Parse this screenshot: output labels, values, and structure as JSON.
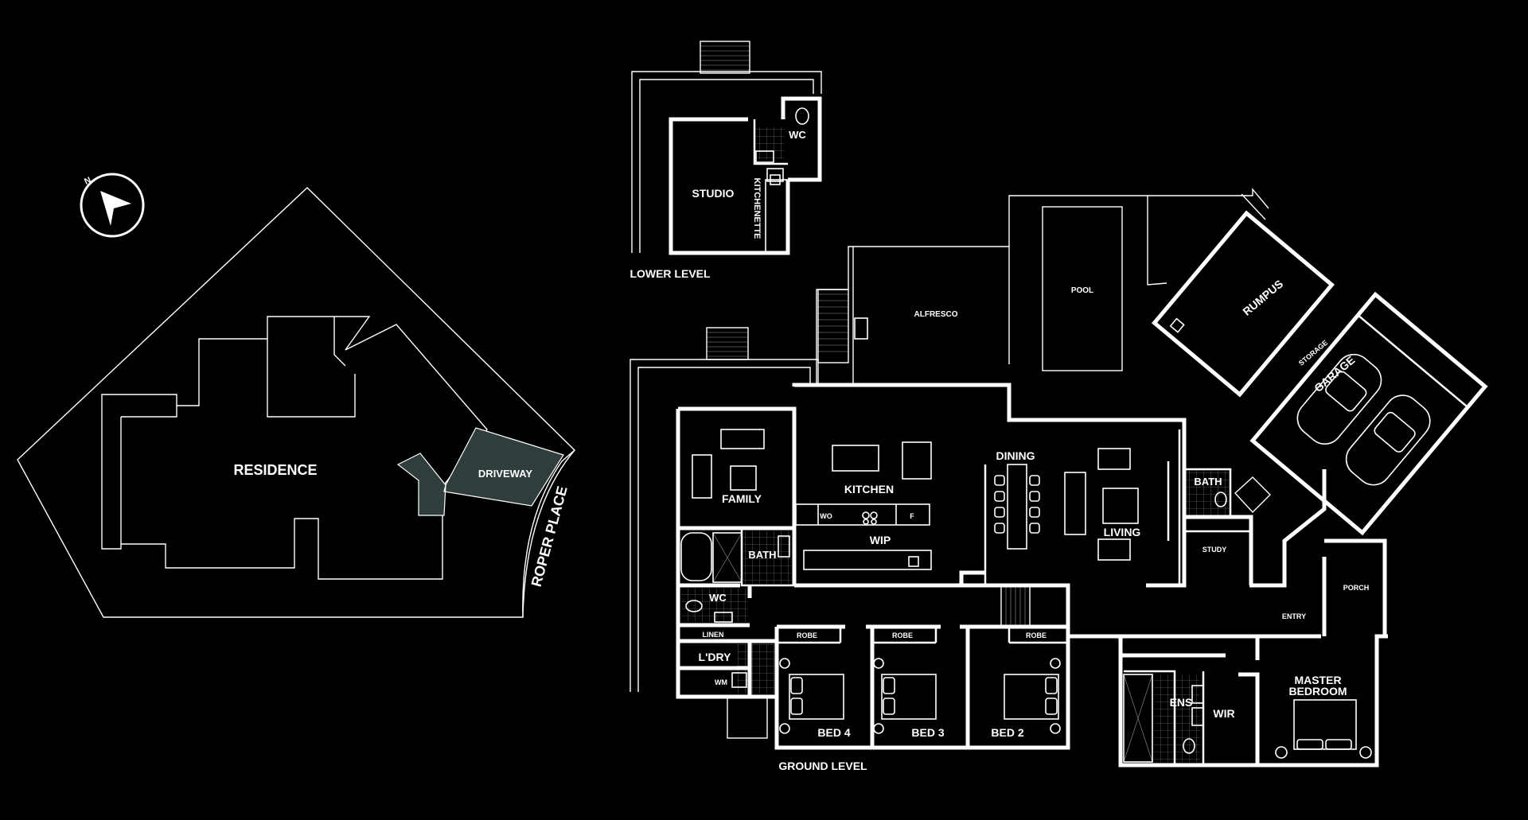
{
  "colors": {
    "background": "#000000",
    "line": "#ffffff",
    "driveway": "#2f3d3c"
  },
  "site_plan": {
    "residence_label": "RESIDENCE",
    "driveway_label": "DRIVEWAY",
    "street_label": "ROPER PLACE",
    "north_label": "N"
  },
  "lower_level": {
    "level_label": "LOWER LEVEL",
    "rooms": {
      "studio": "STUDIO",
      "kitchenette": "KITCHENETTE",
      "wc": "WC"
    }
  },
  "ground_level": {
    "level_label": "GROUND LEVEL",
    "rooms": {
      "alfresco": "ALFRESCO",
      "pool": "POOL",
      "rumpus": "RUMPUS",
      "storage": "STORAGE",
      "garage": "GARAGE",
      "family": "FAMILY",
      "kitchen": "KITCHEN",
      "wo": "WO",
      "f": "F",
      "wip": "WIP",
      "dining": "DINING",
      "living": "LIVING",
      "bath_east": "BATH",
      "study": "STUDY",
      "porch": "PORCH",
      "entry": "ENTRY",
      "bath_west": "BATH",
      "wc": "WC",
      "linen": "LINEN",
      "laundry": "L'DRY",
      "wm": "WM",
      "robe_4": "ROBE",
      "robe_3": "ROBE",
      "robe_2": "ROBE",
      "bed_4": "BED 4",
      "bed_3": "BED 3",
      "bed_2": "BED 2",
      "ens": "ENS",
      "wir": "WIR",
      "master_1": "MASTER",
      "master_2": "BEDROOM"
    }
  }
}
